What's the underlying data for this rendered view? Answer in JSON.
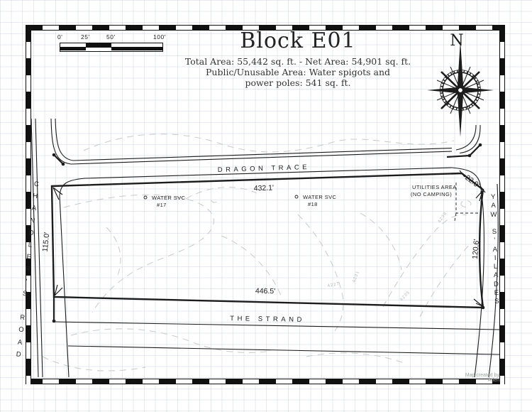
{
  "title": "Block E01",
  "stats": {
    "line1": "Total Area: 55,442 sq. ft. - Net Area: 54,901 sq. ft.",
    "line2": "Public/Unusable Area: Water spigots and",
    "line3": "power poles: 541 sq. ft."
  },
  "scalebar": {
    "labels": [
      "0'",
      "25'",
      "50'",
      "100'"
    ]
  },
  "compass": {
    "north_label": "N"
  },
  "streets": {
    "dragon_trace": "DRAGON TRACE",
    "the_strand": "THE STRAND",
    "chandlers_road": "CHANDLER'S ROAD",
    "sedalias_way": "SEDALIA'S WAY"
  },
  "dimensions": {
    "north_boundary": "432.1'",
    "south_boundary": "446.5'",
    "west_boundary": "115.0'",
    "east_boundary": "120.6'",
    "northeast_chamfer": "22.0'"
  },
  "features": {
    "water_svc_17_line1": "WATER SVC",
    "water_svc_17_line2": "#17",
    "water_svc_18_line1": "WATER SVC",
    "water_svc_18_line2": "#18",
    "utilities_line1": "UTILITIES AREA",
    "utilities_line2": "(NO CAMPING)"
  },
  "contour_labels": {
    "a": "4231",
    "b": "4235",
    "c": "4227",
    "d": "4239"
  },
  "credit": "Map created by Arlen",
  "colors": {
    "ink": "#1c1c1c",
    "contour": "#c9c9c9",
    "grid": "#e5e9ef",
    "credit": "#9aa29b"
  }
}
